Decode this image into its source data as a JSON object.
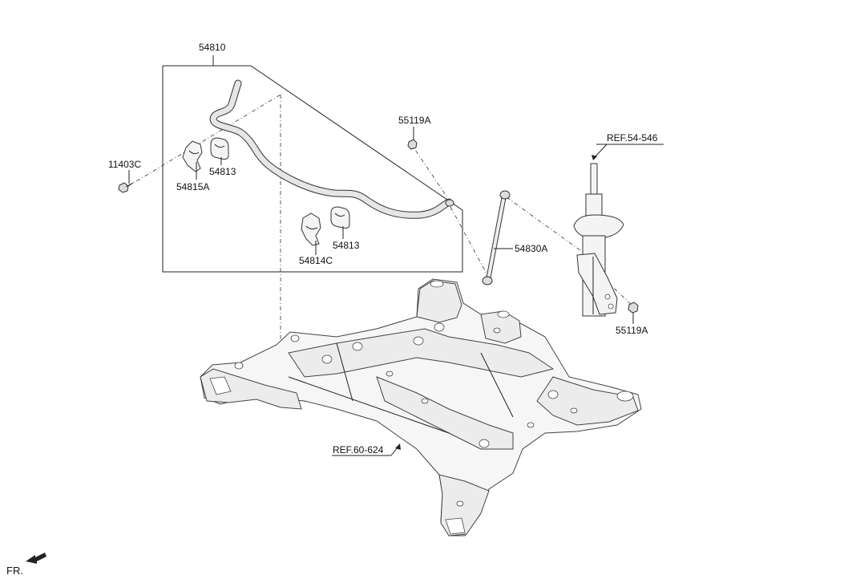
{
  "labels": {
    "p54810": "54810",
    "p55119a_top": "55119A",
    "p11403c": "11403C",
    "p54813_top": "54813",
    "p54815a": "54815A",
    "p54813_bottom": "54813",
    "p54814c": "54814C",
    "p54830a": "54830A",
    "ref_strut": "REF.54-546",
    "p55119a_bottom": "55119A",
    "ref_subframe": "REF.60-624",
    "front_indicator": "FR."
  },
  "icons": {
    "front_arrow": "front-direction-arrow"
  }
}
